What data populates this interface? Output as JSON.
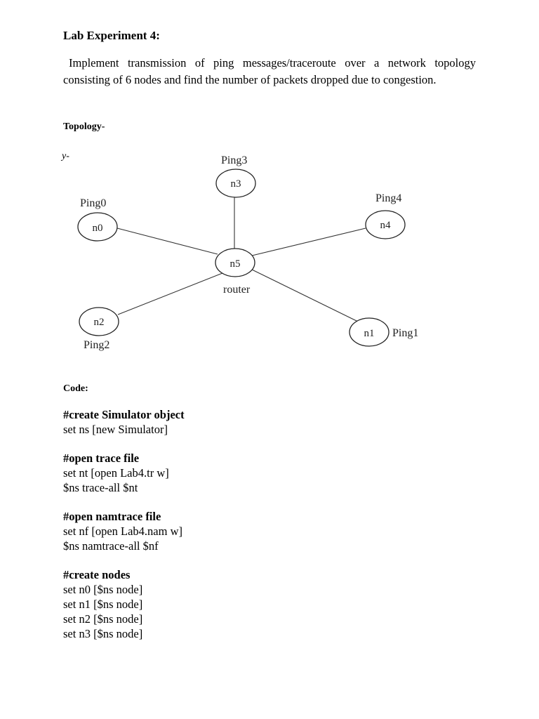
{
  "title": "Lab Experiment 4:",
  "intro": "Implement transmission of ping messages/traceroute over a network topology consisting of 6 nodes and find the number of packets dropped due to congestion.",
  "topology_label": "Topology-",
  "artifact_text": "y-",
  "diagram": {
    "nodes": {
      "n0": "n0",
      "n1": "n1",
      "n2": "n2",
      "n3": "n3",
      "n4": "n4",
      "n5": "n5"
    },
    "labels": {
      "ping0": "Ping0",
      "ping1": "Ping1",
      "ping2": "Ping2",
      "ping3": "Ping3",
      "ping4": "Ping4",
      "router": "router"
    }
  },
  "code_label": "Code:",
  "code_blocks": [
    {
      "comment": "#create Simulator object",
      "lines": [
        "set ns [new Simulator]"
      ]
    },
    {
      "comment": "#open trace file",
      "lines": [
        "set nt [open Lab4.tr w]",
        "$ns trace-all $nt"
      ]
    },
    {
      "comment": "#open namtrace file",
      "lines": [
        "set nf [open Lab4.nam w]",
        "$ns namtrace-all $nf"
      ]
    },
    {
      "comment": "#create nodes",
      "lines": [
        "set n0 [$ns node]",
        "set n1 [$ns node]",
        "set n2 [$ns node]",
        "set n3 [$ns node]"
      ]
    }
  ]
}
